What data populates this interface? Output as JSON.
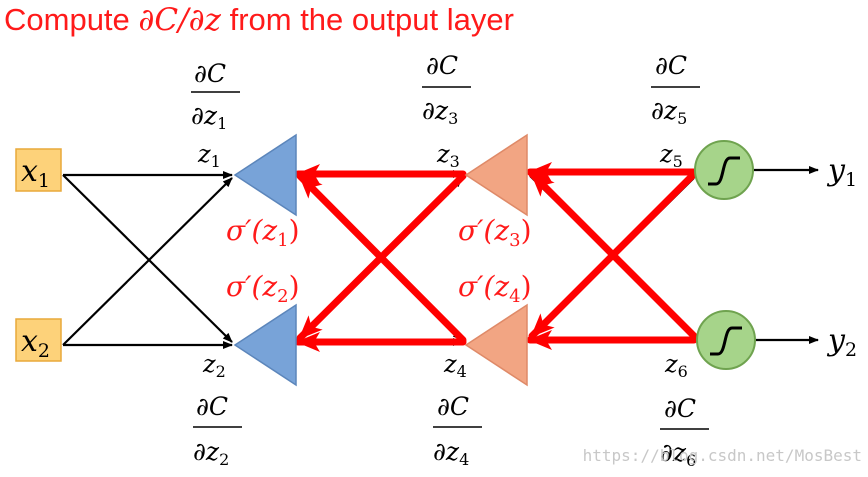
{
  "title": {
    "prefix": "Compute ",
    "math": "∂C/∂z",
    "suffix": " from the output layer"
  },
  "inputs": [
    {
      "sym": "x",
      "sub": "1"
    },
    {
      "sym": "x",
      "sub": "2"
    }
  ],
  "outputs": [
    {
      "sym": "y",
      "sub": "1"
    },
    {
      "sym": "y",
      "sub": "2"
    }
  ],
  "z_labels": [
    {
      "sym": "z",
      "sub": "1"
    },
    {
      "sym": "z",
      "sub": "2"
    },
    {
      "sym": "z",
      "sub": "3"
    },
    {
      "sym": "z",
      "sub": "4"
    },
    {
      "sym": "z",
      "sub": "5"
    },
    {
      "sym": "z",
      "sub": "6"
    }
  ],
  "gradients": [
    {
      "num": "∂C",
      "den_sym": "∂z",
      "den_sub": "1"
    },
    {
      "num": "∂C",
      "den_sym": "∂z",
      "den_sub": "2"
    },
    {
      "num": "∂C",
      "den_sym": "∂z",
      "den_sub": "3"
    },
    {
      "num": "∂C",
      "den_sym": "∂z",
      "den_sub": "4"
    },
    {
      "num": "∂C",
      "den_sym": "∂z",
      "den_sub": "5"
    },
    {
      "num": "∂C",
      "den_sym": "∂z",
      "den_sub": "6"
    }
  ],
  "sigma_labels": [
    {
      "prefix": "σ′(",
      "sym": "z",
      "sub": "1",
      "suffix": ")"
    },
    {
      "prefix": "σ′(",
      "sym": "z",
      "sub": "2",
      "suffix": ")"
    },
    {
      "prefix": "σ′(",
      "sym": "z",
      "sub": "3",
      "suffix": ")"
    },
    {
      "prefix": "σ′(",
      "sym": "z",
      "sub": "4",
      "suffix": ")"
    }
  ],
  "watermark": "https://blog.csdn.net/MosBest",
  "colors": {
    "title": "#ff1a1a",
    "backprop_arrow": "#ff0000",
    "sigma_label": "#ff1a1a",
    "input_box_fill": "#fdd27a",
    "input_box_stroke": "#e8a93a",
    "layer1_fill": "#78a3d8",
    "layer1_stroke": "#5c86bb",
    "layer2_fill": "#f2a583",
    "layer2_stroke": "#df8a68",
    "output_fill": "#a6d48a",
    "output_stroke": "#6fa34f",
    "forward_line": "#000000"
  }
}
